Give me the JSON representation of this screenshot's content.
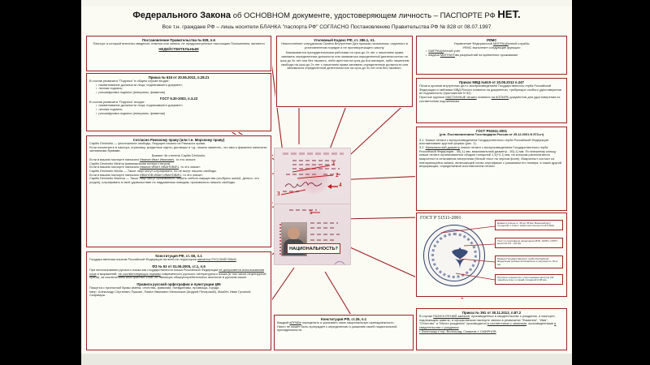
{
  "meta": {
    "accent": "#9e2222",
    "page_bg": "#fbfbf4",
    "letterbox": "#000000"
  },
  "headline": {
    "strong": "Федерального Закона",
    "rest": "об ОСНОВНОМ документе, удостоверяющем личность – ПАСПОРТЕ РФ",
    "net": "НЕТ.",
    "sub": "Все т.н. граждане РФ – лишь носители БЛАНКА \"паспорта РФ\" СОГЛАСНО Постановлению Правительства РФ № 828 от 08.07.1997"
  },
  "boxes": {
    "post828": {
      "title": "Постановление Правительства № 828, п.6",
      "body": "Паспорт, в который внесены сведения, отметки или записи, не предусмотренные настоящим Положением, является",
      "emph": "НЕДЕЙСТВИТЕЛЬНЫМ"
    },
    "prikaz615": {
      "title": "Приказ № 615 от 20.06.2012, п.28.21",
      "lead": "В состав реквизита \"Подпись\" в общем случае входят:",
      "items": [
        "наименование должности лица, подписавшего документ;",
        "личная подпись;",
        "расшифровка подписи (инициалы, фамилия)"
      ],
      "title2": "ГОСТ 6.30-2003, п.3.22",
      "lead2": "В состав реквизита \"Подпись\" входят:",
      "items2": [
        "наименование должности лица, подписавшего документ;",
        "личная подпись;",
        "расшифровка подписи (инициалы, фамилия)"
      ]
    },
    "roman": {
      "title": "Согласно Римскому праву (или т.н. Морскому праву)",
      "p1": "Capitis Diminutio — уничтожение свободы, берущее начало из Римского права.",
      "p2": "Если посмотреть в паспорт, страховку, кредитные карты, договоры и т.д., можно заметить, что имя и фамилия написаны заглавными буквами.",
      "p3": "Бывают 3и степени Capitis Diminutio.",
      "p4a": "Если в вашем паспорте написано ",
      "p4u": "Иванов Иван Иванович",
      "p4b": ", то это значит:",
      "p5": "Capitis Diminutio Minima (минимальная потеря статуса)",
      "p6a": "Если в вашем паспорте написано ",
      "p6u": "Иванов ИВАН ИВАНОВИЧ",
      "p6b": ", то это значит:",
      "p7": "Capitis Diminutio Media — Такое лицо могут штрафовать, но не могут лишить свободы.",
      "p8a": "Если в вашем паспорте написано ",
      "p8u": "ИВАНОВ ИВАН ИВАНОВИЧ",
      "p8b": ", то это значит:",
      "p9": "Capitis Diminutio Maxima — Такое лицо могут произвольно лишать любого имущества (отобрать жильё, деньги, что угодно), штрафовать в своё удовольствие по надуманным поводам, произвольно лишать свободы."
    },
    "const68": {
      "title": "Конституция РФ, ст. 68, п.1",
      "body_a": "Государственным языком Российской Федерации на всей ее территории ",
      "body_u": "является РУССКИЙ ЯЗЫК",
      "body_b": ".",
      "title2": "ФЗ № 53 от 01.06.2005, ст.1, п.6",
      "b2a": "При использовании русского языка как государственного языка Российской Федерации ",
      "b2u1": "не допускается использования слов",
      "b2b": " и выражений, ",
      "b2u2": "не соответствующих нормам",
      "b2c": " современного русского литературного языка (в том числе нецензурной брани), за исключением иностранных слов, не имеющих общеупотребительных аналогов в русском языке.",
      "title3": "Правила русской орфографии и пунктуации §95",
      "b3": "Пишутся с прописной буквы имена, отчества, фамилии, псевдонимы, прозвища, города",
      "b4": "напр. Александр Сергеевич Пушкин, Павел Иванович Мельников (Андрей Печерский), Макбет, Иван Грозный, Скарамуш."
    },
    "uk286": {
      "title": "Уголовный Кодекс РФ, ст. 286.1, п1.",
      "body": "Неисполнение сотрудником Органа Внутренних Дел приказа начальника, отданного в установленном порядке и не противоречащего закону.",
      "body2": "Наказывается принудительными работами на срок до 2х лет с лишением права занимать определенные должности или заниматься определенной деятельностью на срок до 3х лет или без такового, либо арестом на срок до 6ти месяцев, либо лишением свободы на срок до 2х лет с лишением права занимать определенные должности или заниматься определенной деятельностью на срок до 3х лет или без такового."
    },
    "const26": {
      "title": "Конституция РФ, ст.26, п.1",
      "b1a": "Каждый ",
      "b1u": "вПРАВе",
      "b1b": " определять и указывать свою национальную принадлежность.",
      "b2": "Никто не может быть принужден к определению и указанию своей национальной принадлежности."
    },
    "ufms": {
      "title": "УФМС",
      "l1a": "Управление Федеральной ",
      "l1u": "МИГРАЦИ",
      "l1b": "онной службы",
      "l2": "УФМС выполняет следующие функции:",
      "items": [
        {
          "a": "",
          "u": "МИГРАЦИ",
          "b": "онный учёт"
        },
        {
          "a": "выдача ",
          "u": "МИГРАНТ",
          "b": "ам разрешений на временное проживание"
        }
      ]
    },
    "mvd615": {
      "title": "Приказ МВД №615 от 20.06.2012 п.247",
      "b1": "Печати органов внутренних дел с воспроизведением Государственного герба Российской Федерации и эмблемы МВД России ставятся на документах, требующих особого удостоверения их подлинности (приложение N 52).",
      "b2a": "Простые круглые ",
      "b2u": "МАСТИЧНЫЕ печати",
      "b2b": " ставятся ",
      "b2u2": "на КОПИЯХ",
      "b2c": " документов для удостоверения их соответствия подлинникам."
    },
    "gost": {
      "title": "ГОСТ Р51511-2001",
      "subtitle": "(утв. Постановлением Госстандарта России от 25.12.2001 N 573-ст)",
      "p1": "3.1. Клише печати с воспроизведением Государственного герба Российской Федерации изготавливают круглой формы (рис. 1).",
      "p2a": "3.2. ",
      "p2u": "Минимальный диаметр",
      "p2b": " клише печати с воспроизведением Государственного герба Российской Федерации - 40(-1) мм, максимальный диаметр - 50(-1) мм. По внешнему кольцу клише печати ограничивается ободом толщиной 1,3(+0,1) мм, на котором располагается микротекст в негативном начертании (белый текст на черном фоне). Микротекст состоит из повторяющейся записи, включающей слово сертификат с указанием его номера, а также другой информации, определяемой изготовителем печати."
    },
    "prikaz391": {
      "title": "Приказ № 391 от 30.11.2012, п.87.2",
      "b_a": "В случае ",
      "b_u": "РАЗНОЧТЕНИЙ записей",
      "b_b": ", произведенных в свидетельстве о рождении, и паспорте, подлежащем замене, в оформляемом паспорте записи в реквизитах \"Фамилия\", \"Имя\", \"Отчество\" и \"Место рождения\" производятся ",
      "b_u2": "в соответствии с записями",
      "b_c": ", произведенными ",
      "b_u3": "в свидетельстве о рождении",
      "b_line": "г. Волгоград ≠ гор. Волгоград; Смирнов ≠ СМИРНОВ"
    }
  },
  "passport": {
    "nationality_label": "НАЦИОНАЛЬНОСТЬ?",
    "callouts": [
      "1",
      "2",
      "3",
      "4",
      "5"
    ]
  },
  "seal": {
    "title": "ГОСТ Р 51511-2001",
    "callouts": [
      "Диаметр клише от 40 до 45 мм. Внешний круг толщиной 1,3 мм с микротекстом высотой 0,8мм",
      "Текст в позитивном начертании ИНН, ОКПО, ОГРН высотой 0,5 - 0,8 мм",
      "Размер Государственного герба Российской Федерации должен вписываться в окружность 16+1 мм",
      "Наличие элементов с полутоновым растром (30 линий на 1см.) и линий толщиной 0,08 мм."
    ]
  }
}
